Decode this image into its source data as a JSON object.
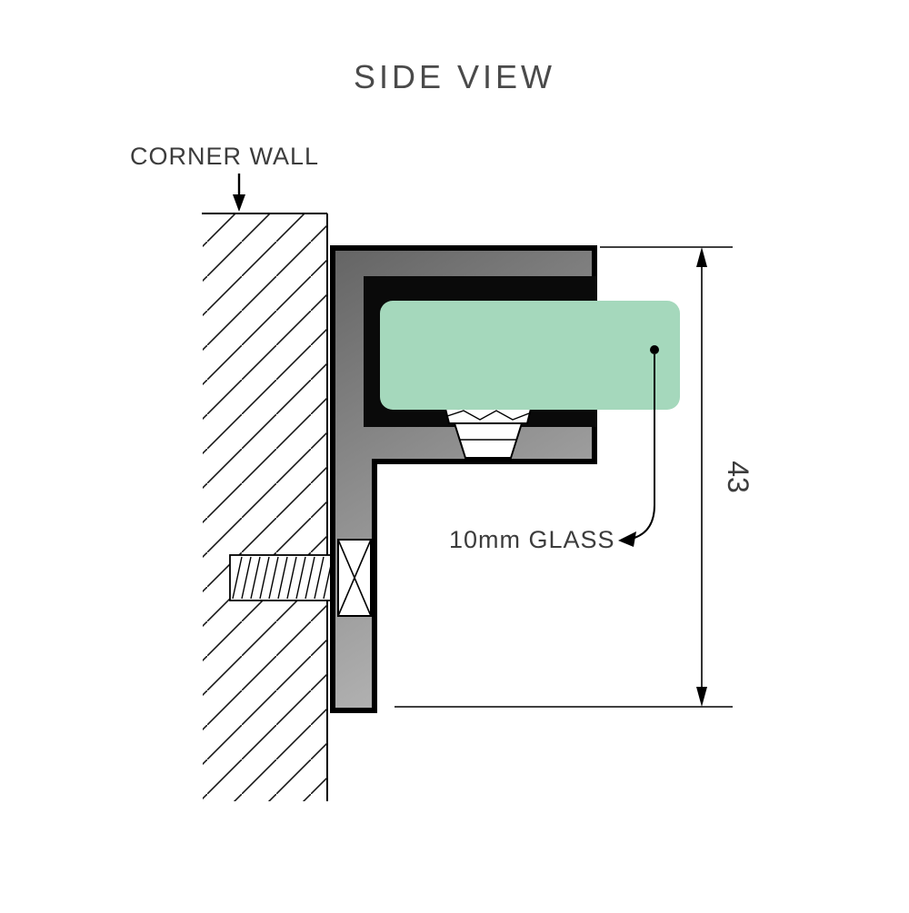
{
  "title": "SIDE VIEW",
  "labels": {
    "corner_wall": "CORNER WALL",
    "glass": "10mm GLASS",
    "dimension_height": "43"
  },
  "colors": {
    "glass_fill": "#a5d8bc",
    "bracket_dark": "#646464",
    "bracket_light": "#c6c6c6",
    "channel_fill": "#0a0a0a",
    "line": "#000000"
  }
}
